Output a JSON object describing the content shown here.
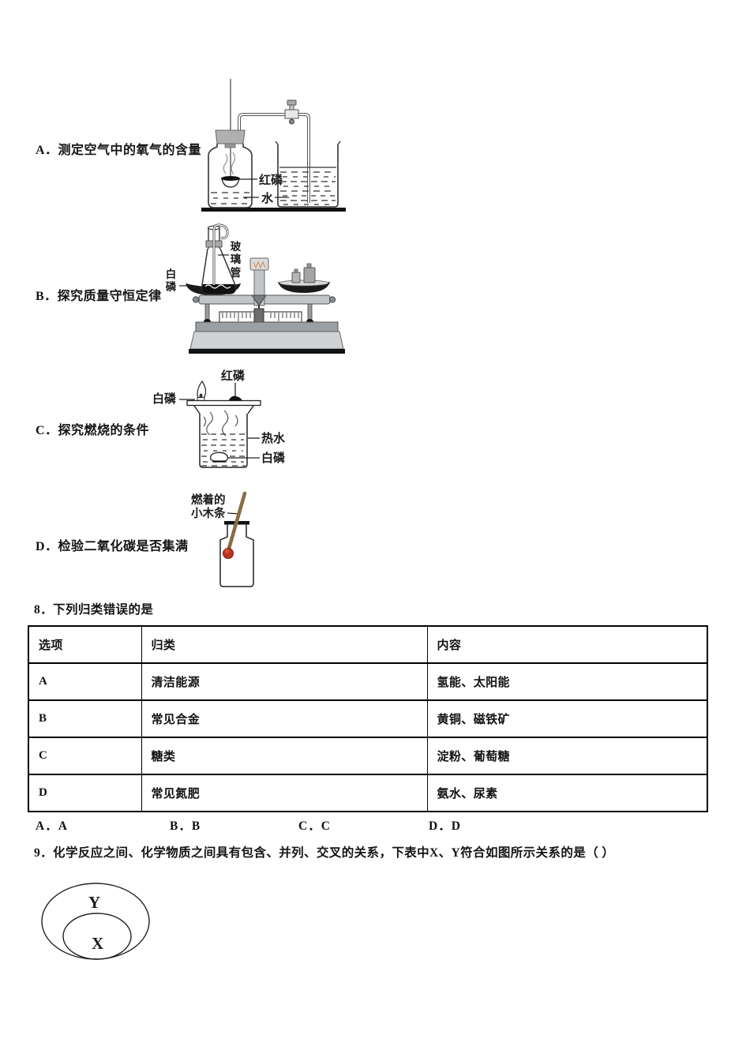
{
  "question7": {
    "options": [
      {
        "id": "A",
        "text": "A．测定空气中的氧气的含量"
      },
      {
        "id": "B",
        "text": "B．探究质量守恒定律"
      },
      {
        "id": "C",
        "text": "C．探究燃烧的条件"
      },
      {
        "id": "D",
        "text": "D．检验二氧化碳是否集满"
      }
    ],
    "diagram_a_labels": {
      "red_phosphorus": "红磷",
      "water": "水"
    },
    "diagram_b_labels": {
      "glass_tube": "玻璃管",
      "white_phosphorus": "白磷"
    },
    "diagram_c_labels": {
      "red_phosphorus": "红磷",
      "white_phosphorus_top": "白磷",
      "hot_water": "热水",
      "white_phosphorus_bottom": "白磷"
    },
    "diagram_d_labels": {
      "stick_line1": "燃着的",
      "stick_line2": "小木条"
    }
  },
  "question8": {
    "text": "8．下列归类错误的是",
    "table": {
      "headers": [
        "选项",
        "归类",
        "内容"
      ],
      "rows": [
        [
          "A",
          "清洁能源",
          "氢能、太阳能"
        ],
        [
          "B",
          "常见合金",
          "黄铜、磁铁矿"
        ],
        [
          "C",
          "糖类",
          "淀粉、葡萄糖"
        ],
        [
          "D",
          "常见氮肥",
          "氨水、尿素"
        ]
      ]
    },
    "answers": [
      "A．A",
      "B．B",
      "C．C",
      "D．D"
    ]
  },
  "question9": {
    "text": "9．化学反应之间、化学物质之间具有包含、并列、交叉的关系，下表中X、Y符合如图所示关系的是（ ）",
    "venn": {
      "outer": "Y",
      "inner": "X"
    }
  },
  "colors": {
    "ink": "#1a1a1a",
    "stick_brown": "#8a6b42",
    "ember_red": "#b93425",
    "balance_gray": "#c2c6c9"
  }
}
